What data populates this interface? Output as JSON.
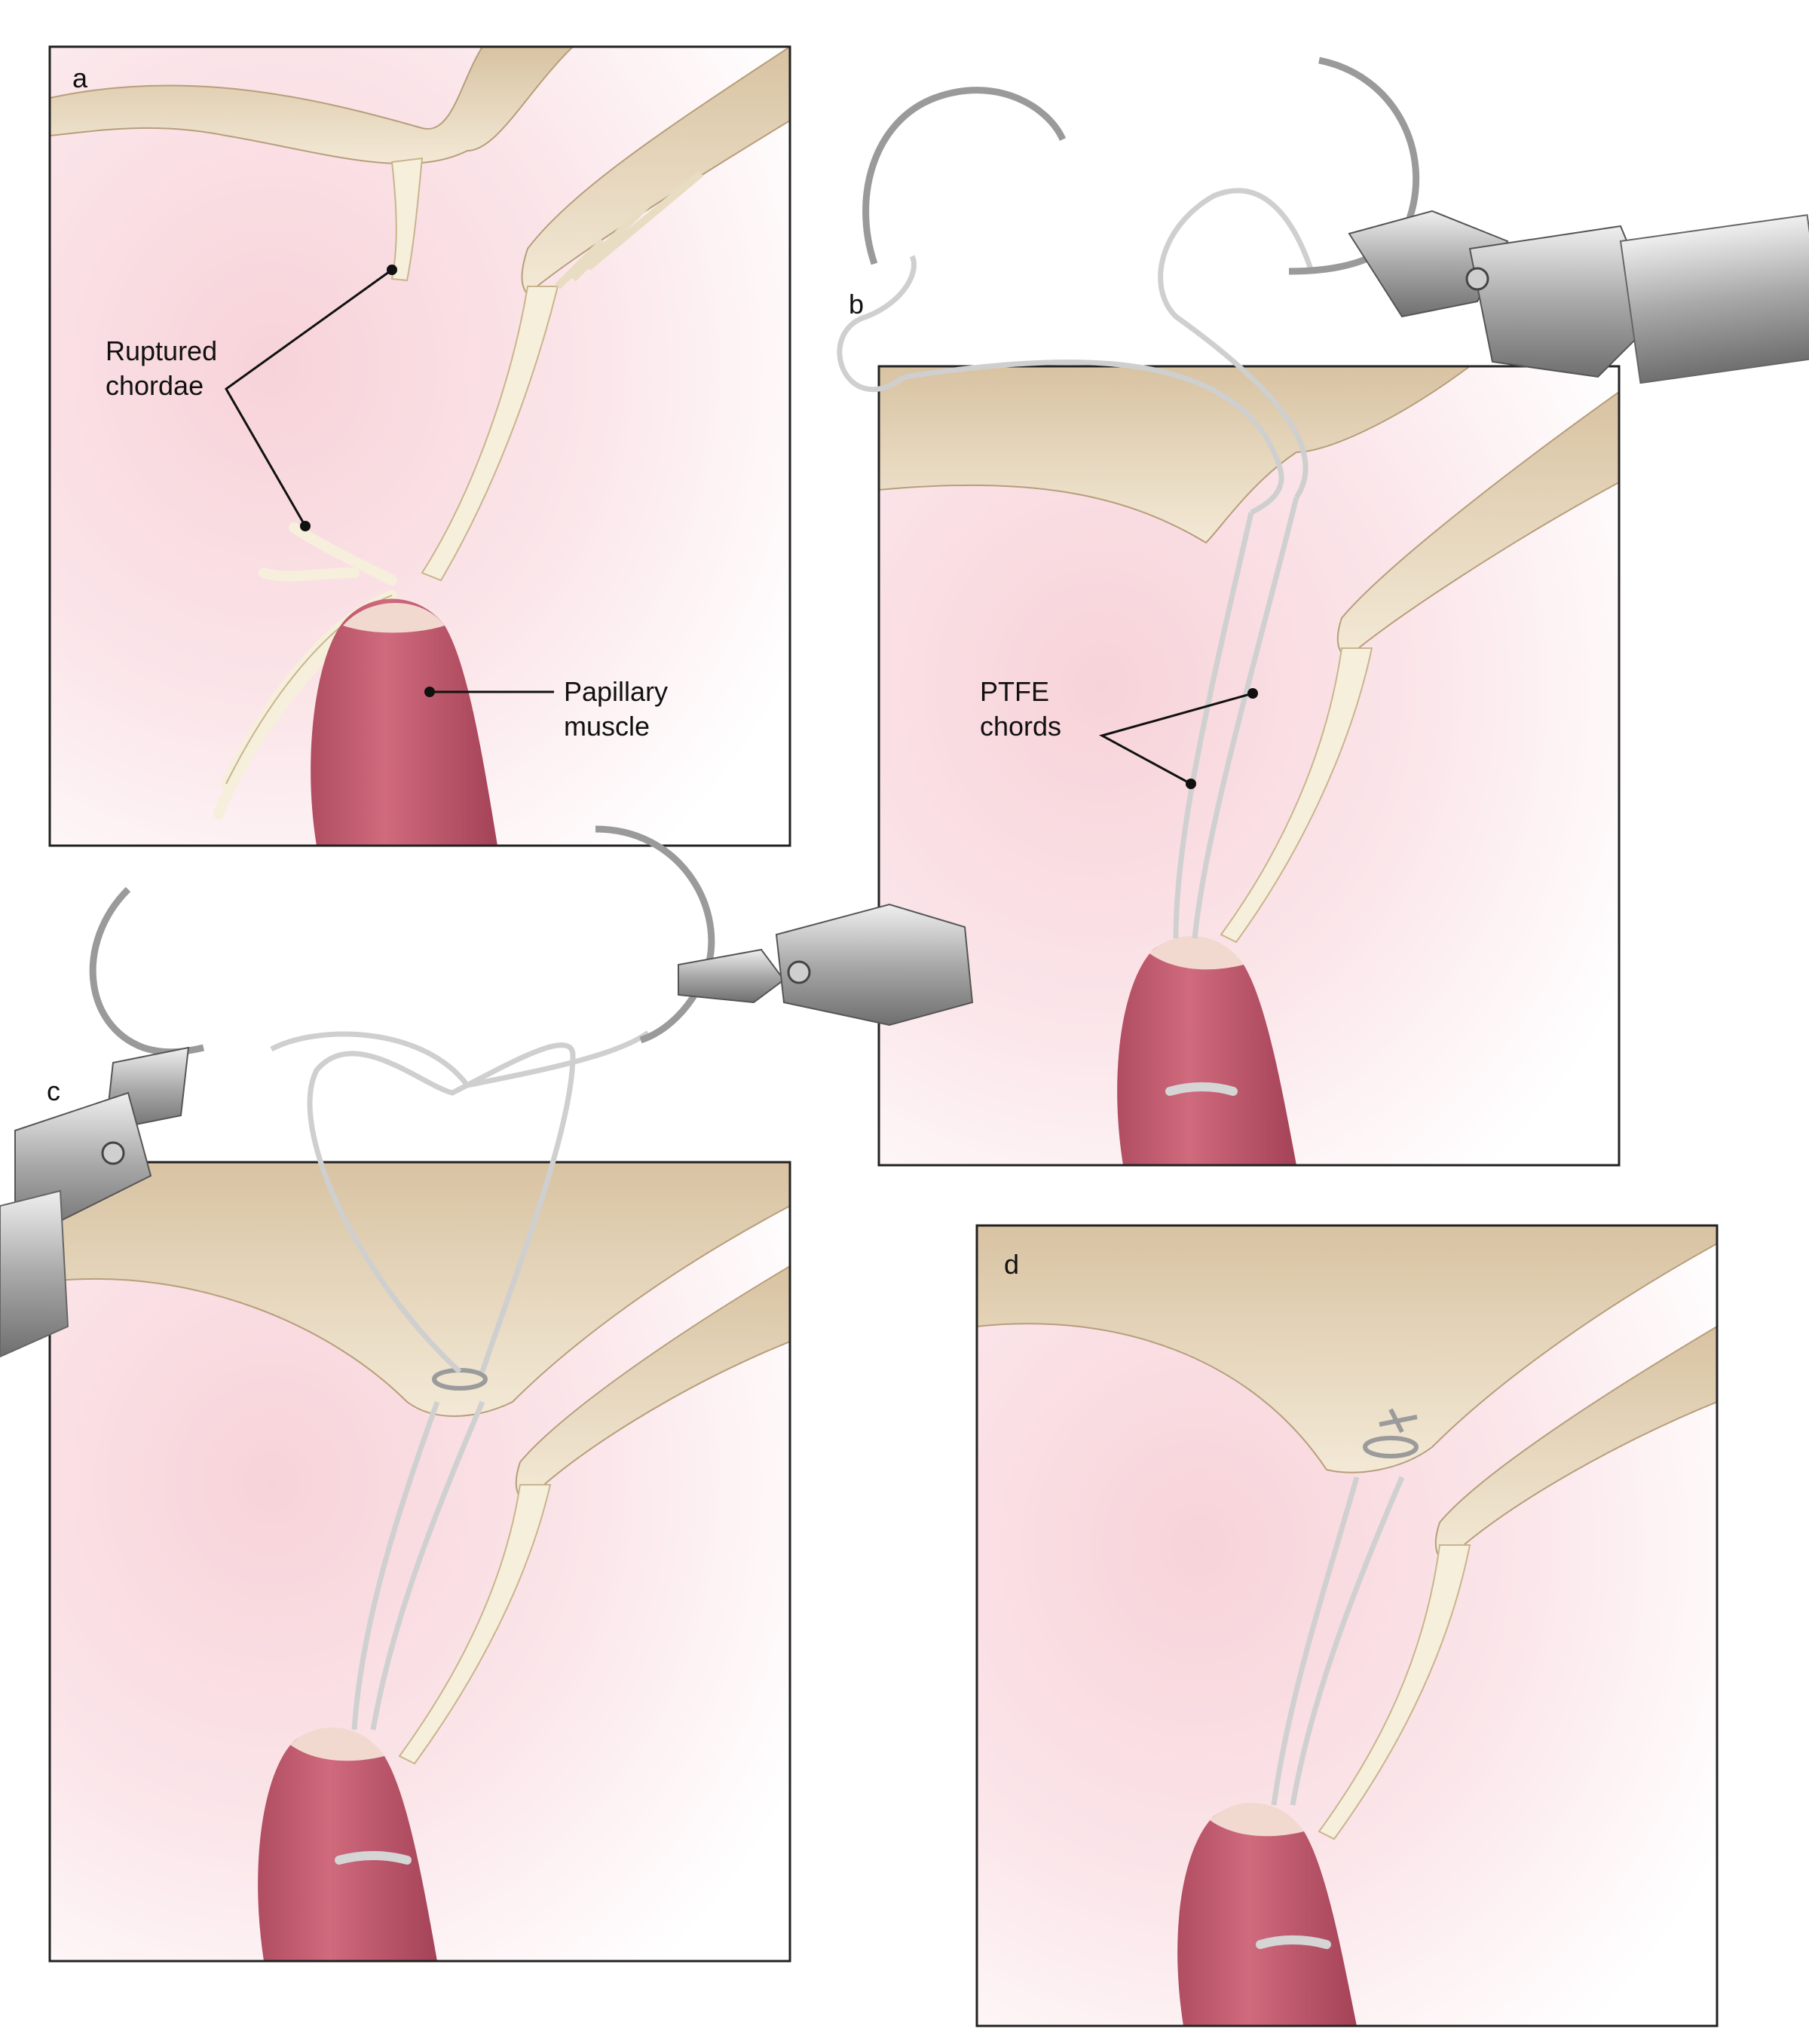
{
  "panels": [
    {
      "letter": "a"
    },
    {
      "letter": "b"
    },
    {
      "letter": "c"
    },
    {
      "letter": "d"
    }
  ],
  "labels": {
    "ruptured_line1": "Ruptured",
    "ruptured_line2": "chordae",
    "papillary_line1": "Papillary",
    "papillary_line2": "muscle",
    "ptfe_line1": "PTFE",
    "ptfe_line2": "chords"
  },
  "colors": {
    "background_pink": "#f5c9d0",
    "leaflet_tan": "#e6d6bd",
    "chordae_cream": "#f6efdc",
    "papillary_red": "#c75b6e",
    "suture_gray": "#c9c9c9",
    "instrument_gray": "#b9b9b9",
    "border": "#222222"
  }
}
